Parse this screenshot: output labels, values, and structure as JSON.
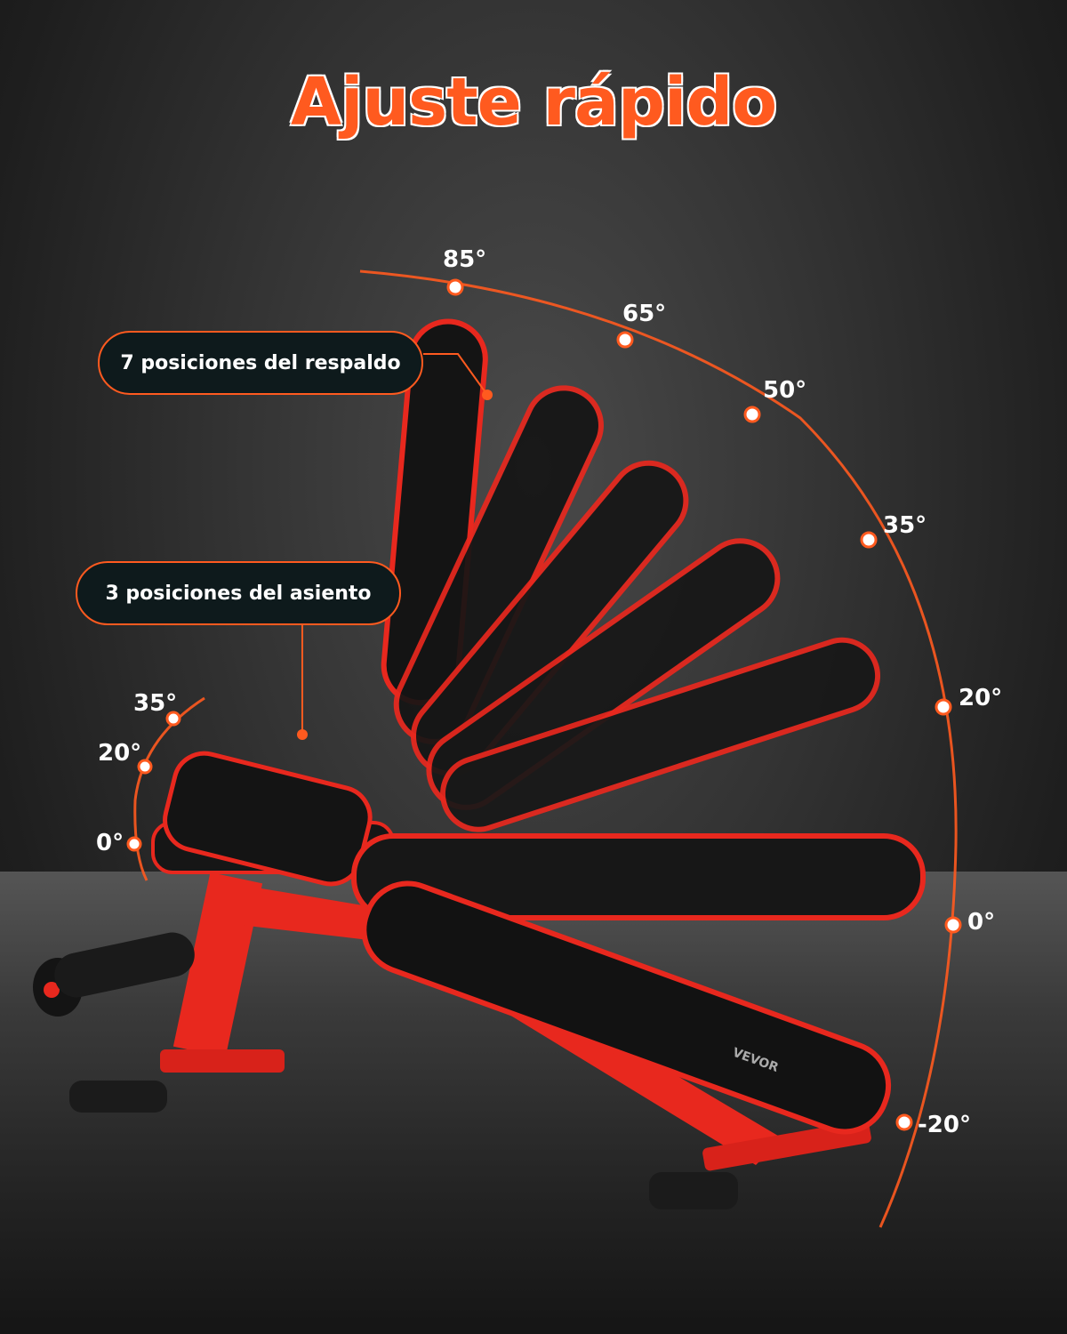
{
  "title": "Ajuste rápido",
  "callouts": {
    "backrest": "7 posiciones del respaldo",
    "seat": "3 posiciones del asiento"
  },
  "backrest_angles": [
    "85°",
    "65°",
    "50°",
    "35°",
    "20°",
    "0°",
    "-20°"
  ],
  "seat_angles": [
    "35°",
    "20°",
    "0°"
  ],
  "bench_brand": "VEVOR",
  "colors": {
    "accent": "#ff5a1f",
    "bench_frame": "#e8281e",
    "pad": "#141414",
    "callout_bg": "#0e1a1c"
  }
}
